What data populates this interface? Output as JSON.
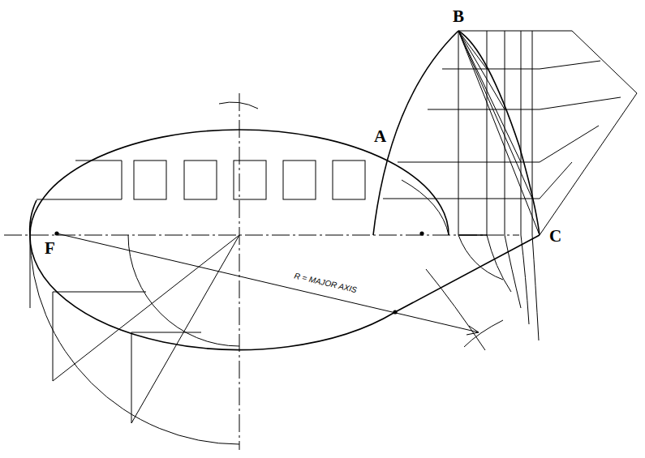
{
  "diagram": {
    "labels": [
      "B",
      "A",
      "C",
      "F",
      "R = MAJOR AXIS"
    ]
  }
}
